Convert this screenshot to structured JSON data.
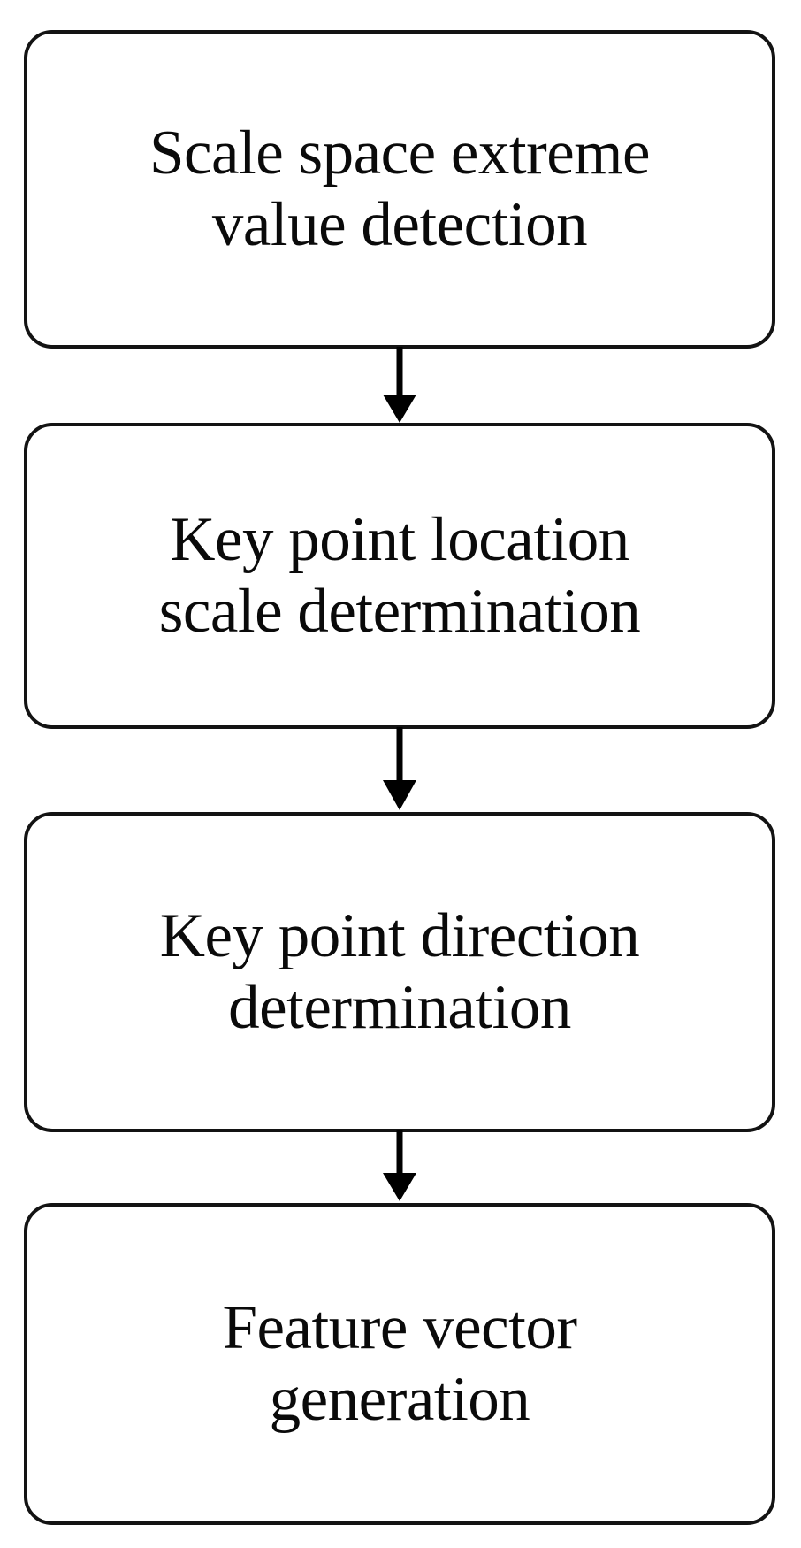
{
  "diagram": {
    "type": "flowchart",
    "orientation": "vertical",
    "title": "",
    "style": {
      "node_shape": "rounded-rectangle",
      "node_fill": "#ffffff",
      "node_border_color": "#131313",
      "background": "#ffffff",
      "text_color": "#0a0a0a",
      "arrow_color": "#000000"
    },
    "nodes": [
      {
        "id": "n1",
        "label": "Scale space extreme\nvalue detection"
      },
      {
        "id": "n2",
        "label": "Key point location\nscale determination"
      },
      {
        "id": "n3",
        "label": "Key point direction\ndetermination"
      },
      {
        "id": "n4",
        "label": "Feature vector\ngeneration"
      }
    ],
    "edges": [
      {
        "id": "e1",
        "from": "n1",
        "to": "n2",
        "label": "",
        "marker": "arrow-down"
      },
      {
        "id": "e2",
        "from": "n2",
        "to": "n3",
        "label": "",
        "marker": "arrow-down"
      },
      {
        "id": "e3",
        "from": "n3",
        "to": "n4",
        "label": "",
        "marker": "arrow-down"
      }
    ]
  }
}
